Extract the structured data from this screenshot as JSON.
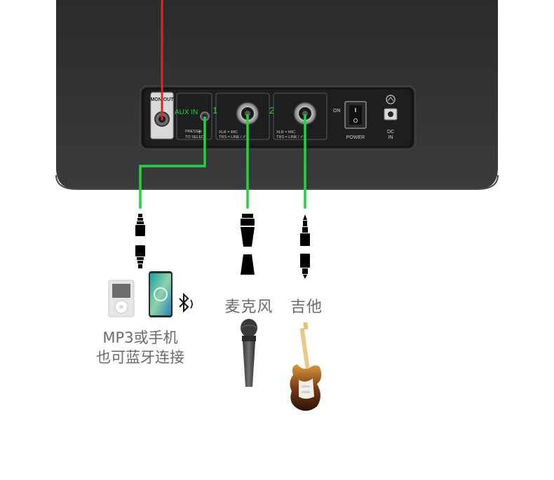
{
  "panel": {
    "mon_out": "MON OUT",
    "aux_in": "AUX IN",
    "press_line1": "PRESS",
    "press_line2": "TO SELECT",
    "channel1_number": "1",
    "channel2_number": "2",
    "combo_line1": "XLR = MIC",
    "combo_line2": "TRS = LINE / ✐",
    "on_label": "ON",
    "power_label": "POWER",
    "dc_line1": "DC",
    "dc_line2": "IN"
  },
  "sources": {
    "mp3_label_line1": "MP3或手机",
    "mp3_label_line2": "也可蓝牙连接",
    "mic_label": "麦克风",
    "guitar_label": "吉他"
  },
  "colors": {
    "cabinet": "#2f3032",
    "panel": "#1b1c1e",
    "cable_green": "#22d33c",
    "cable_red": "#e0242b",
    "caption": "#6a6a6a"
  },
  "icons": [
    "bluetooth-icon",
    "mp3-player-icon",
    "smartphone-icon",
    "microphone-icon",
    "guitar-icon"
  ]
}
